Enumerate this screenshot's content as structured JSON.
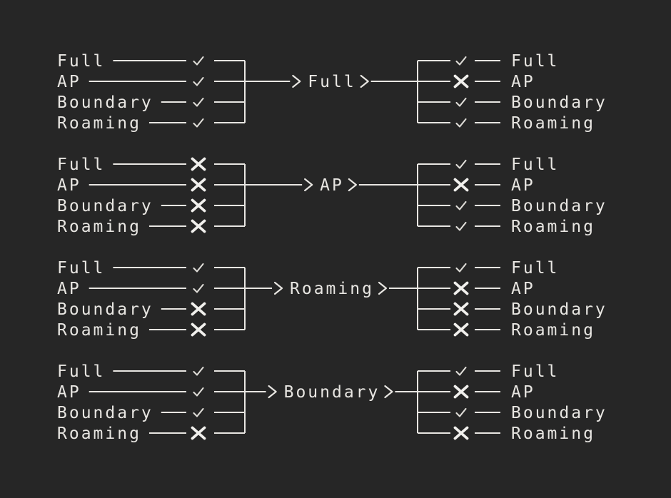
{
  "diagram": {
    "colors": {
      "background": "#262626",
      "line": "#e8e6e2",
      "check": "#dfddd8",
      "cross": "#f1f0ed"
    },
    "icons": {
      "check": "check-icon",
      "cross": "cross-icon",
      "arrow": "chevron-right-icon"
    },
    "modes": [
      "Full",
      "AP",
      "Boundary",
      "Roaming"
    ],
    "transitions": [
      {
        "target": "Full",
        "from": [
          {
            "mode": "Full",
            "state": "check"
          },
          {
            "mode": "AP",
            "state": "check"
          },
          {
            "mode": "Boundary",
            "state": "check"
          },
          {
            "mode": "Roaming",
            "state": "check"
          }
        ],
        "to": [
          {
            "mode": "Full",
            "state": "check"
          },
          {
            "mode": "AP",
            "state": "cross"
          },
          {
            "mode": "Boundary",
            "state": "check"
          },
          {
            "mode": "Roaming",
            "state": "check"
          }
        ]
      },
      {
        "target": "AP",
        "from": [
          {
            "mode": "Full",
            "state": "cross"
          },
          {
            "mode": "AP",
            "state": "cross"
          },
          {
            "mode": "Boundary",
            "state": "cross"
          },
          {
            "mode": "Roaming",
            "state": "cross"
          }
        ],
        "to": [
          {
            "mode": "Full",
            "state": "check"
          },
          {
            "mode": "AP",
            "state": "cross"
          },
          {
            "mode": "Boundary",
            "state": "check"
          },
          {
            "mode": "Roaming",
            "state": "check"
          }
        ]
      },
      {
        "target": "Roaming",
        "from": [
          {
            "mode": "Full",
            "state": "check"
          },
          {
            "mode": "AP",
            "state": "check"
          },
          {
            "mode": "Boundary",
            "state": "cross"
          },
          {
            "mode": "Roaming",
            "state": "cross"
          }
        ],
        "to": [
          {
            "mode": "Full",
            "state": "check"
          },
          {
            "mode": "AP",
            "state": "cross"
          },
          {
            "mode": "Boundary",
            "state": "cross"
          },
          {
            "mode": "Roaming",
            "state": "cross"
          }
        ]
      },
      {
        "target": "Boundary",
        "from": [
          {
            "mode": "Full",
            "state": "check"
          },
          {
            "mode": "AP",
            "state": "check"
          },
          {
            "mode": "Boundary",
            "state": "check"
          },
          {
            "mode": "Roaming",
            "state": "cross"
          }
        ],
        "to": [
          {
            "mode": "Full",
            "state": "check"
          },
          {
            "mode": "AP",
            "state": "cross"
          },
          {
            "mode": "Boundary",
            "state": "check"
          },
          {
            "mode": "Roaming",
            "state": "cross"
          }
        ]
      }
    ]
  }
}
